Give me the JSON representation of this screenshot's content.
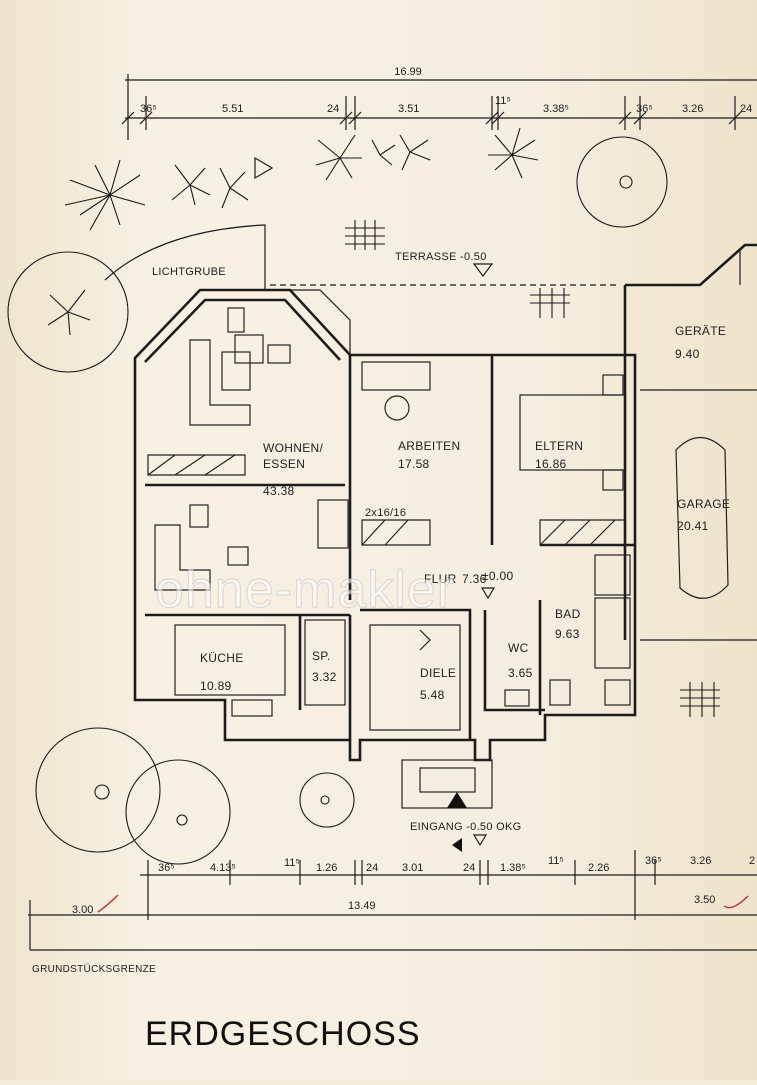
{
  "plan": {
    "title": "ERDGESCHOSS",
    "property_boundary": "GRUNDSTÜCKSGRENZE",
    "watermark": "ohne-makler",
    "rooms": {
      "wohnen": {
        "name": "WOHNEN/",
        "name2": "ESSEN",
        "area": "43.38"
      },
      "arbeiten": {
        "name": "ARBEITEN",
        "area": "17.58"
      },
      "eltern": {
        "name": "ELTERN",
        "area": "16.86"
      },
      "geraete": {
        "name": "GERÄTE",
        "area": "9.40"
      },
      "garage": {
        "name": "GARAGE",
        "area": "20.41"
      },
      "flur": {
        "name": "FLUR",
        "area": "7.36",
        "level": "±0.00"
      },
      "kueche": {
        "name": "KÜCHE",
        "area": "10.89"
      },
      "speis": {
        "name": "SP.",
        "area": "3.32"
      },
      "diele": {
        "name": "DIELE",
        "area": "5.48"
      },
      "wc": {
        "name": "WC",
        "area": "3.65"
      },
      "bad": {
        "name": "BAD",
        "area": "9.63"
      }
    },
    "labels": {
      "terrasse": "TERRASSE -0.50",
      "lichtgrube": "LICHTGRUBE",
      "eingang": "EINGANG -0.50 OKG",
      "window_note": "2x16/16"
    },
    "dims_top": {
      "overall": "16.99",
      "segments": [
        "36⁵",
        "5.51",
        "24",
        "3.51",
        "11⁵",
        "3.38⁵",
        "36⁵",
        "3.26",
        "24"
      ]
    },
    "dims_bottom": {
      "segments": [
        "36⁵",
        "4.13⁵",
        "11⁵",
        "1.26",
        "24",
        "3.01",
        "24",
        "1.38⁵",
        "11⁵",
        "2.26",
        "36⁵",
        "3.26",
        "2"
      ],
      "overall": "13.49",
      "left": "3.00",
      "right": "3.50"
    }
  }
}
